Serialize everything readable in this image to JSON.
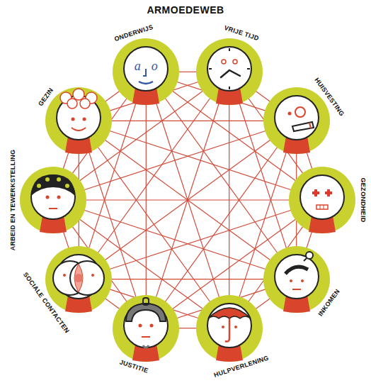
{
  "diagram": {
    "title": "ARMOEDEWEB",
    "nodes": [
      {
        "text": [
          "ONDERWIJS"
        ]
      },
      {
        "text": [
          "VRIJE TIJD"
        ]
      },
      {
        "text": [
          "HUISVESTING"
        ]
      },
      {
        "text": [
          "GEZONDHEID"
        ]
      },
      {
        "text": [
          "INKOMEN"
        ]
      },
      {
        "text": [
          "HULPVERLENING"
        ]
      },
      {
        "text": [
          "JUSTITIE"
        ]
      },
      {
        "text": [
          "SOCIALE CONTACTEN"
        ]
      },
      {
        "text": [
          "ARBEID EN TEWERKSTELLING"
        ]
      },
      {
        "text": [
          "GEZIN"
        ]
      }
    ],
    "edges": [
      {
        "from": 0,
        "to": 1,
        "arrow": "none"
      },
      {
        "from": 0,
        "to": 2,
        "arrow": "none"
      },
      {
        "from": 0,
        "to": 3,
        "arrow": "none"
      },
      {
        "from": 0,
        "to": 4,
        "arrow": "none"
      },
      {
        "from": 0,
        "to": 5,
        "arrow": "none"
      },
      {
        "from": 0,
        "to": 6,
        "arrow": "none"
      },
      {
        "from": 0,
        "to": 7,
        "arrow": "none"
      },
      {
        "from": 0,
        "to": 8,
        "arrow": "none"
      },
      {
        "from": 0,
        "to": 9,
        "arrow": "none"
      },
      {
        "from": 1,
        "to": 2,
        "arrow": "none"
      },
      {
        "from": 1,
        "to": 3,
        "arrow": "none"
      },
      {
        "from": 1,
        "to": 4,
        "arrow": "none"
      },
      {
        "from": 1,
        "to": 5,
        "arrow": "none"
      },
      {
        "from": 1,
        "to": 6,
        "arrow": "none"
      },
      {
        "from": 1,
        "to": 7,
        "arrow": "none"
      },
      {
        "from": 1,
        "to": 8,
        "arrow": "none"
      },
      {
        "from": 1,
        "to": 9,
        "arrow": "none"
      },
      {
        "from": 2,
        "to": 3,
        "arrow": "none"
      },
      {
        "from": 2,
        "to": 4,
        "arrow": "none"
      },
      {
        "from": 2,
        "to": 5,
        "arrow": "none"
      },
      {
        "from": 2,
        "to": 6,
        "arrow": "none"
      },
      {
        "from": 2,
        "to": 7,
        "arrow": "none"
      },
      {
        "from": 2,
        "to": 8,
        "arrow": "none"
      },
      {
        "from": 2,
        "to": 9,
        "arrow": "none"
      },
      {
        "from": 3,
        "to": 4,
        "arrow": "none"
      },
      {
        "from": 3,
        "to": 5,
        "arrow": "none"
      },
      {
        "from": 3,
        "to": 6,
        "arrow": "none"
      },
      {
        "from": 3,
        "to": 7,
        "arrow": "none"
      },
      {
        "from": 3,
        "to": 8,
        "arrow": "none"
      },
      {
        "from": 3,
        "to": 9,
        "arrow": "none"
      },
      {
        "from": 4,
        "to": 5,
        "arrow": "none"
      },
      {
        "from": 4,
        "to": 6,
        "arrow": "none"
      },
      {
        "from": 4,
        "to": 7,
        "arrow": "none"
      },
      {
        "from": 4,
        "to": 8,
        "arrow": "none"
      },
      {
        "from": 4,
        "to": 9,
        "arrow": "none"
      },
      {
        "from": 5,
        "to": 6,
        "arrow": "none"
      },
      {
        "from": 5,
        "to": 7,
        "arrow": "none"
      },
      {
        "from": 5,
        "to": 8,
        "arrow": "none"
      },
      {
        "from": 5,
        "to": 9,
        "arrow": "none"
      },
      {
        "from": 6,
        "to": 7,
        "arrow": "none"
      },
      {
        "from": 6,
        "to": 8,
        "arrow": "none"
      },
      {
        "from": 6,
        "to": 9,
        "arrow": "none"
      },
      {
        "from": 7,
        "to": 8,
        "arrow": "none"
      },
      {
        "from": 7,
        "to": 9,
        "arrow": "none"
      },
      {
        "from": 8,
        "to": 9,
        "arrow": "none"
      }
    ],
    "labels": [
      "a",
      "o"
    ]
  }
}
